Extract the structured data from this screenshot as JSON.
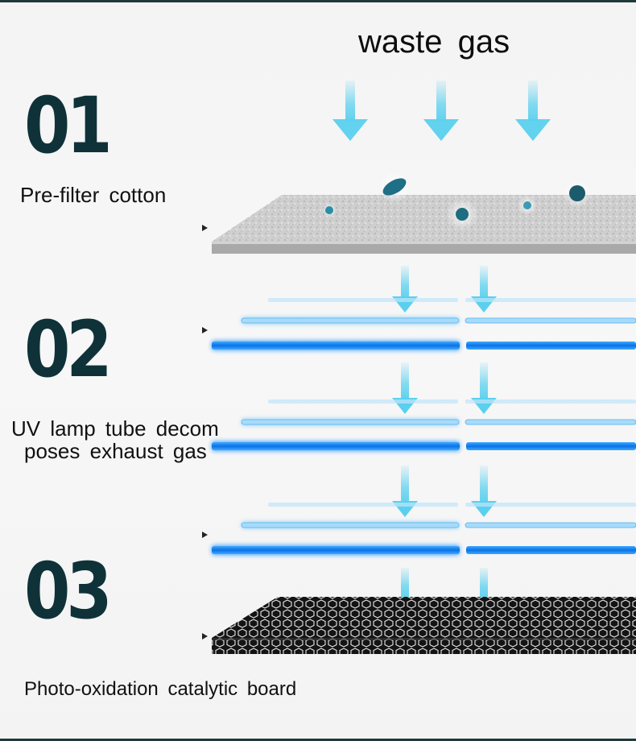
{
  "title": "waste gas",
  "steps": [
    {
      "number": "01",
      "label": "Pre-filter cotton"
    },
    {
      "number": "02",
      "label_line1": "UV lamp tube decom",
      "label_line2": "poses exhaust gas"
    },
    {
      "number": "03",
      "label": "Photo-oxidation catalytic board"
    }
  ],
  "colors": {
    "step_number": "#0f3239",
    "arrow": "#5ad0ee",
    "uv_lamp": "#1e90ff",
    "catalytic_board": "#1a1a1a",
    "filter": "#c9c9c9"
  }
}
